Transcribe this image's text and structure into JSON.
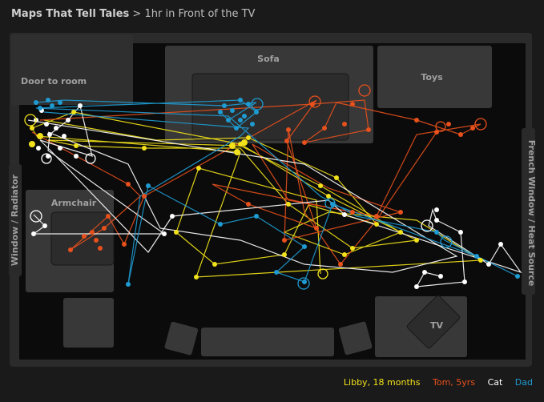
{
  "header": {
    "brand": "Maps That Tell Tales",
    "separator": " > ",
    "title": "1hr in Front of the TV"
  },
  "room_labels": {
    "door": "Door to room",
    "sofa": "Sofa",
    "toys": "Toys",
    "armchair": "Armchair",
    "tv": "TV",
    "window_radiator": "Window / Radiator",
    "french_window": "French Window / Heat Source"
  },
  "legend": [
    {
      "label": "Libby, 18 months",
      "color": "#f2e21a"
    },
    {
      "label": "Tom, 5yrs",
      "color": "#e8501c"
    },
    {
      "label": "Cat",
      "color": "#ffffff"
    },
    {
      "label": "Dad",
      "color": "#1e9bd2"
    }
  ],
  "colors": {
    "background": "#1a1a1a",
    "room": "#2b2b2b",
    "floor": "#0b0b0b",
    "furniture": "#383838"
  }
}
